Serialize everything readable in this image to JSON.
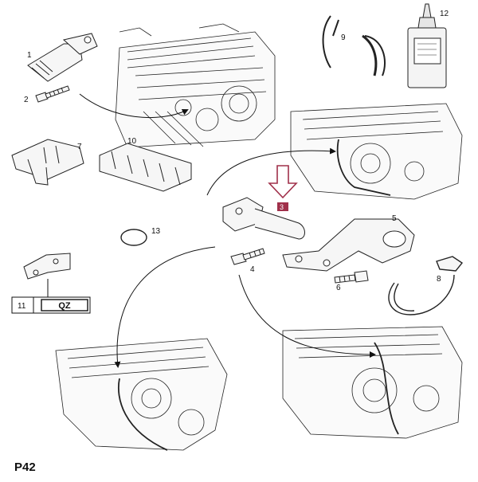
{
  "diagram": {
    "page_code": "P42",
    "callouts": [
      {
        "id": "1",
        "label": "1"
      },
      {
        "id": "2",
        "label": "2"
      },
      {
        "id": "3",
        "label": "3"
      },
      {
        "id": "4",
        "label": "4"
      },
      {
        "id": "5",
        "label": "5"
      },
      {
        "id": "6",
        "label": "6"
      },
      {
        "id": "7",
        "label": "7"
      },
      {
        "id": "8",
        "label": "8"
      },
      {
        "id": "9",
        "label": "9"
      },
      {
        "id": "10",
        "label": "10"
      },
      {
        "id": "11",
        "label": "11"
      },
      {
        "id": "12",
        "label": "12"
      },
      {
        "id": "13",
        "label": "13"
      }
    ],
    "tag_box_text": "QZ",
    "highlight_color": "#a0304a"
  }
}
